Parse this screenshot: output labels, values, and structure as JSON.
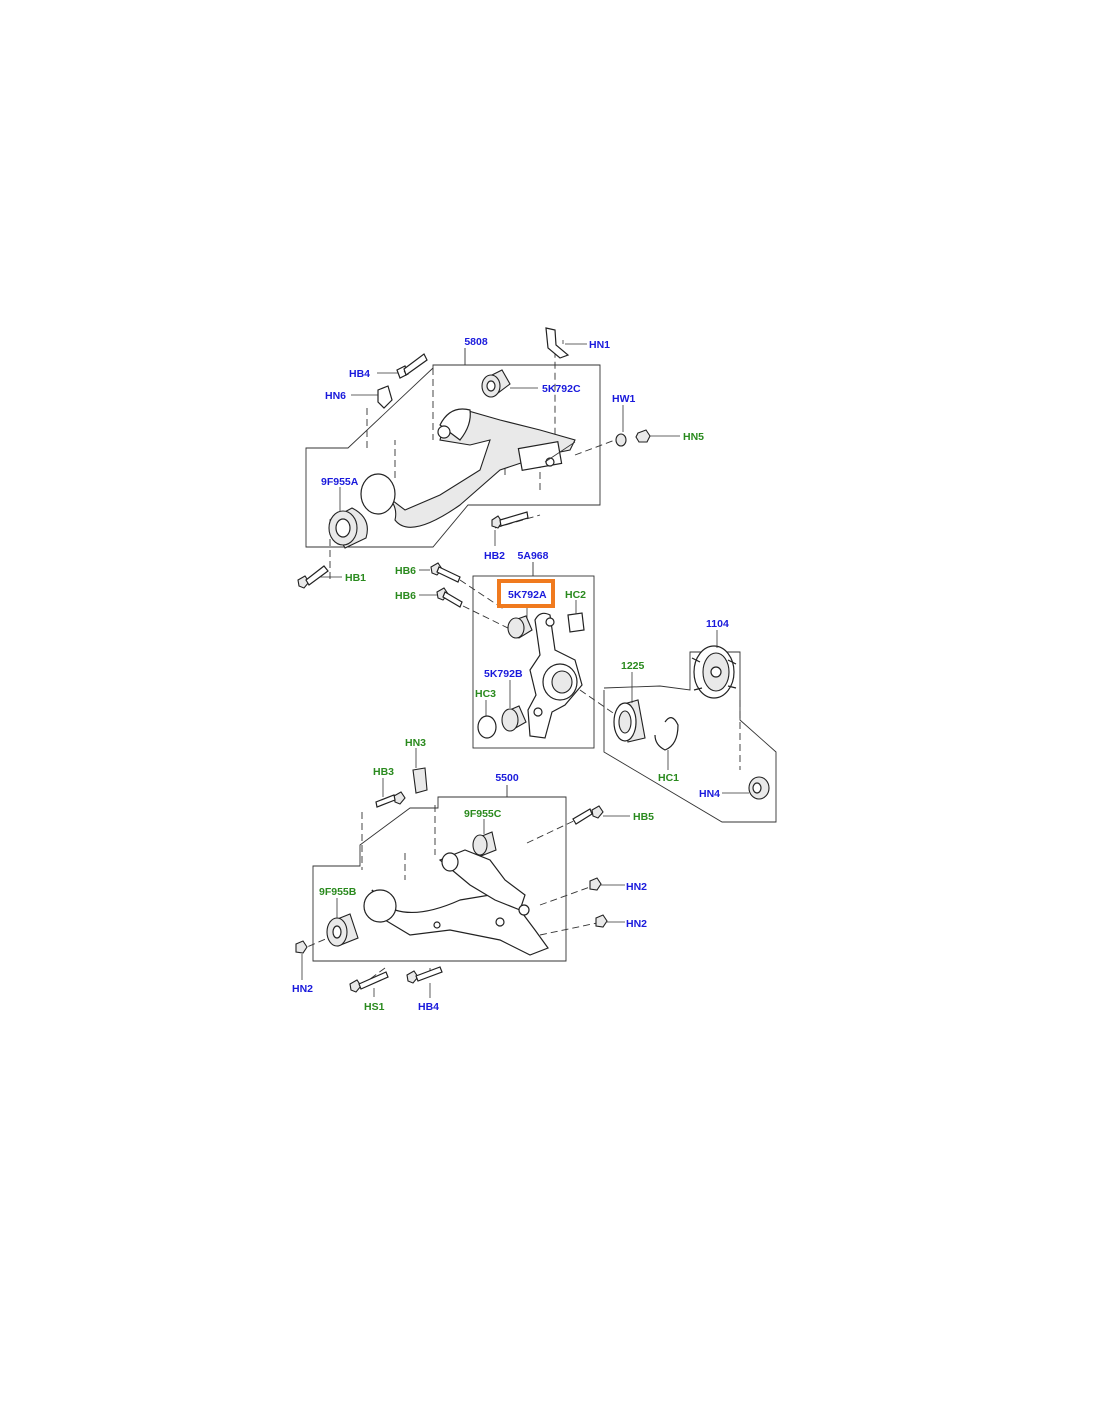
{
  "accent_color": "#f07a1e",
  "label_colors": {
    "blue": "#1a1adc",
    "green": "#2a8a1e"
  },
  "labels": {
    "p5808": "5808",
    "hn1": "HN1",
    "hb4_top": "HB4",
    "hn6": "HN6",
    "p5k792c": "5K792C",
    "hw1": "HW1",
    "hn5": "HN5",
    "p9f955a": "9F955A",
    "hb2": "HB2",
    "p5a968": "5A968",
    "hb1": "HB1",
    "hb6_a": "HB6",
    "hb6_b": "HB6",
    "p5k792a": "5K792A",
    "hc2": "HC2",
    "p1104": "1104",
    "p1225": "1225",
    "p5k792b": "5K792B",
    "hc3": "HC3",
    "hn3": "HN3",
    "hb3": "HB3",
    "p5500": "5500",
    "hc1": "HC1",
    "hn4": "HN4",
    "p9f955c": "9F955C",
    "hb5": "HB5",
    "hn2_a": "HN2",
    "p9f955b": "9F955B",
    "hn2_b": "HN2",
    "hn2_c": "HN2",
    "hs1": "HS1",
    "hb4_bottom": "HB4"
  }
}
